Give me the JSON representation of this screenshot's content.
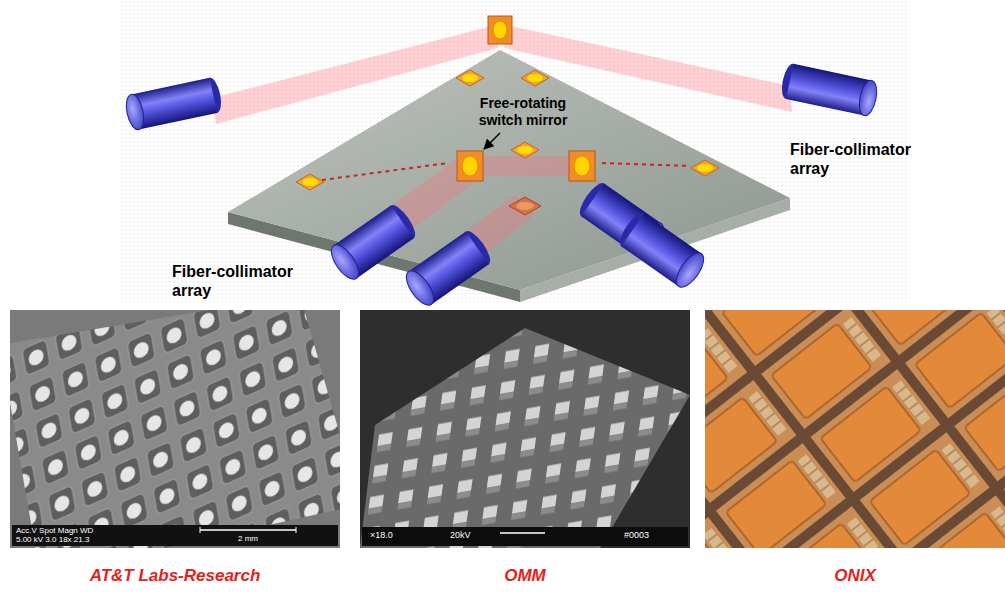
{
  "diagram": {
    "labels": [
      "Free-rotating switch mirror",
      "Fiber-collimator array",
      "Fiber-collimator array",
      "AT&T Labs-Research",
      "OMM",
      "ONIX",
      "Acc.V Spot Magn WD",
      "5.00 kV 3.0 18x 21.3",
      "2 mm",
      "×18.0",
      "20kV",
      "#0003"
    ]
  }
}
